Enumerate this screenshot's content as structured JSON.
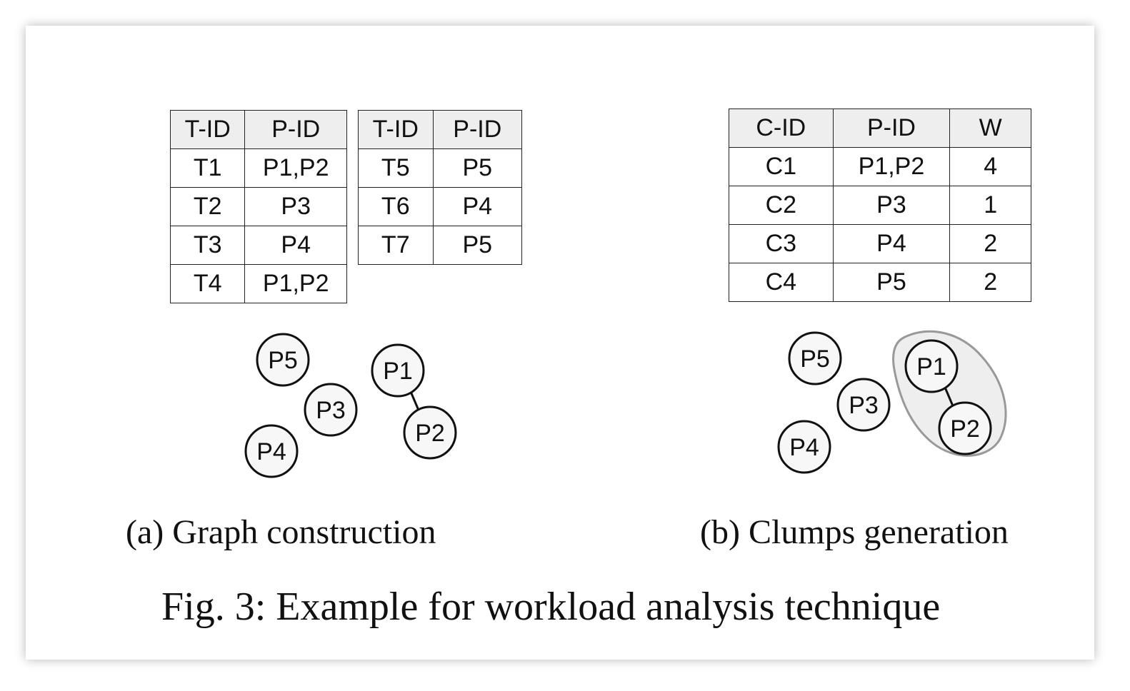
{
  "panel_a": {
    "table1": {
      "headers": [
        "T-ID",
        "P-ID"
      ],
      "rows": [
        [
          "T1",
          "P1,P2"
        ],
        [
          "T2",
          "P3"
        ],
        [
          "T3",
          "P4"
        ],
        [
          "T4",
          "P1,P2"
        ]
      ]
    },
    "table2": {
      "headers": [
        "T-ID",
        "P-ID"
      ],
      "rows": [
        [
          "T5",
          "P5"
        ],
        [
          "T6",
          "P4"
        ],
        [
          "T7",
          "P5"
        ]
      ]
    },
    "nodes": [
      "P5",
      "P3",
      "P4",
      "P1",
      "P2"
    ],
    "caption": "(a) Graph construction"
  },
  "panel_b": {
    "table": {
      "headers": [
        "C-ID",
        "P-ID",
        "W"
      ],
      "rows": [
        [
          "C1",
          "P1,P2",
          "4"
        ],
        [
          "C2",
          "P3",
          "1"
        ],
        [
          "C3",
          "P4",
          "2"
        ],
        [
          "C4",
          "P5",
          "2"
        ]
      ]
    },
    "nodes": [
      "P5",
      "P3",
      "P4",
      "P1",
      "P2"
    ],
    "caption": "(b) Clumps generation"
  },
  "figure_caption": "Fig. 3: Example for workload analysis technique"
}
